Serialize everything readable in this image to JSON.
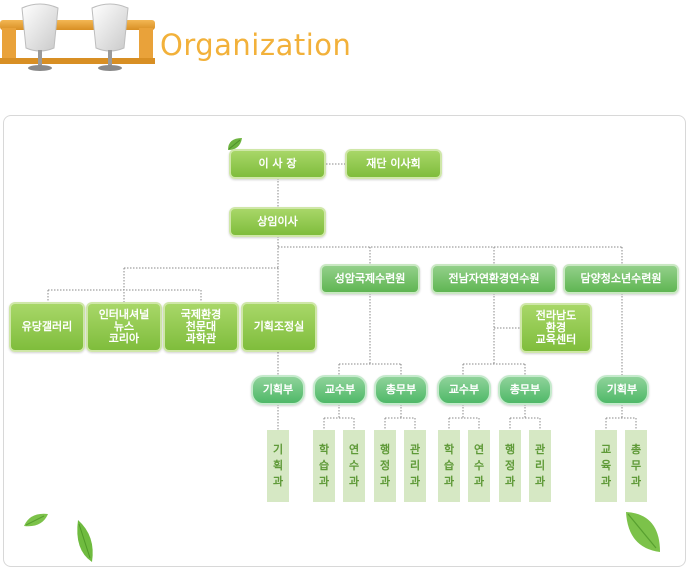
{
  "header": {
    "title": "Organization"
  },
  "org": {
    "chairman": "이 사 장",
    "foundation_board": "재단 이사회",
    "executive": "상임이사",
    "left_units": [
      "유당갤러리",
      "인터내셔널\n뉴스\n코리아",
      "국제환경\n천문대\n과학관",
      "기획조정실"
    ],
    "planning_dept": "기획부",
    "planning_leaf": [
      "기",
      "획",
      "과"
    ],
    "seongam": {
      "name": "성암국제수련원",
      "dept1": "교수부",
      "dept2": "총무부",
      "leaves": [
        [
          "학",
          "습",
          "과"
        ],
        [
          "연",
          "수",
          "과"
        ],
        [
          "행",
          "정",
          "과"
        ],
        [
          "관",
          "리",
          "과"
        ]
      ]
    },
    "jeonnam": {
      "name": "전남자연환경연수원",
      "sub": "전라남도\n환경\n교육센터",
      "dept1": "교수부",
      "dept2": "총무부",
      "leaves": [
        [
          "학",
          "습",
          "과"
        ],
        [
          "연",
          "수",
          "과"
        ],
        [
          "행",
          "정",
          "과"
        ],
        [
          "관",
          "리",
          "과"
        ]
      ]
    },
    "damyang": {
      "name": "담양청소년수련원",
      "dept": "기획부",
      "leaves": [
        [
          "교",
          "육",
          "과"
        ],
        [
          "총",
          "무",
          "과"
        ]
      ]
    }
  },
  "colors": {
    "title": "#f2b13a",
    "leaf_bg": "#d6e8c4",
    "leaf_text": "#5f9a38"
  }
}
